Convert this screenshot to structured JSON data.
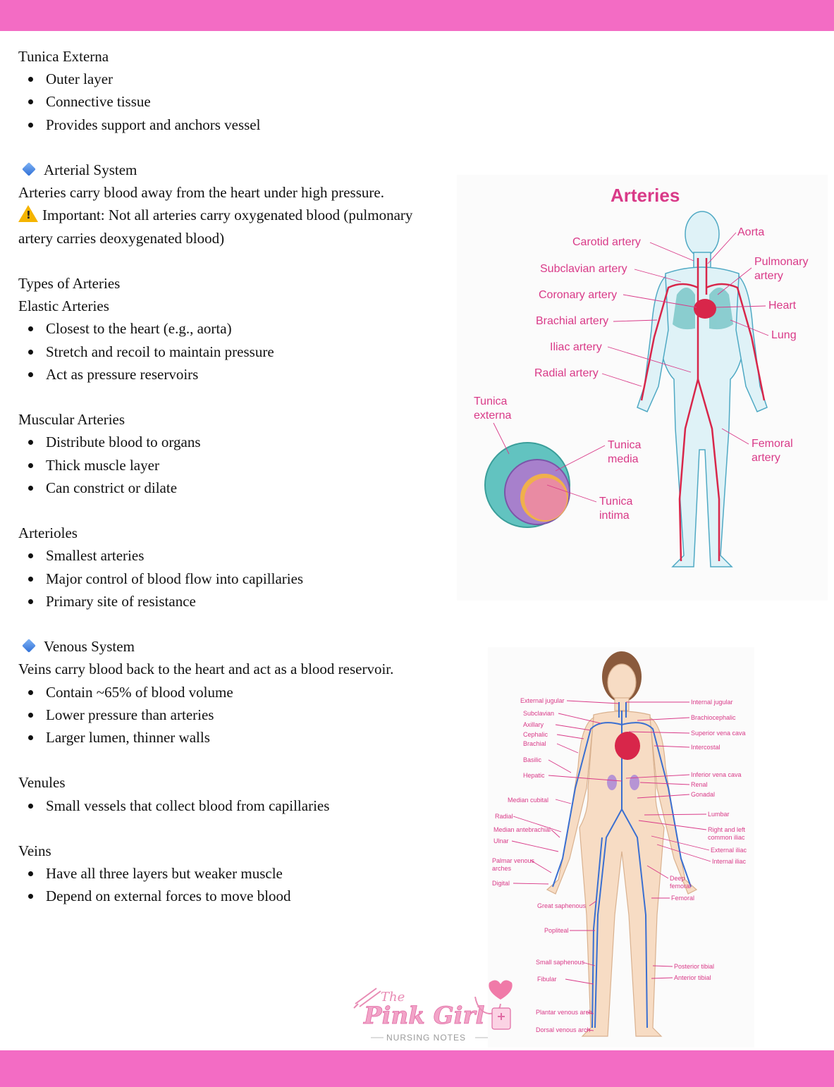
{
  "sections": {
    "tunica_externa": {
      "title": "Tunica Externa",
      "bullets": [
        "Outer layer",
        "Connective tissue",
        "Provides support and anchors vessel"
      ]
    },
    "arterial_system": {
      "heading": "Arterial System",
      "intro": "Arteries carry blood away from the heart under high pressure.",
      "important_1": "Important: Not all arteries carry oxygenated blood (pulmonary",
      "important_2": "artery carries deoxygenated blood)"
    },
    "types_heading": "Types of Arteries",
    "elastic": {
      "title": "Elastic Arteries",
      "bullets": [
        "Closest to the heart (e.g., aorta)",
        "Stretch and recoil to maintain pressure",
        "Act as pressure reservoirs"
      ]
    },
    "muscular": {
      "title": "Muscular Arteries",
      "bullets": [
        "Distribute blood to organs",
        "Thick muscle layer",
        "Can constrict or dilate"
      ]
    },
    "arterioles": {
      "title": "Arterioles",
      "bullets": [
        "Smallest arteries",
        "Major control of blood flow into capillaries",
        "Primary site of resistance"
      ]
    },
    "venous_system": {
      "heading": "Venous System",
      "intro": "Veins carry blood back to the heart and act as a blood reservoir.",
      "bullets": [
        "Contain ~65% of blood volume",
        "Lower pressure than arteries",
        "Larger lumen, thinner walls"
      ]
    },
    "venules": {
      "title": "Venules",
      "bullets": [
        "Small vessels that collect blood from capillaries"
      ]
    },
    "veins": {
      "title": "Veins",
      "bullets": [
        "Have all three layers but weaker muscle",
        "Depend on external forces to move blood"
      ]
    }
  },
  "arteries_figure": {
    "title": "Arteries",
    "left_labels": [
      "Carotid artery",
      "Subclavian artery",
      "Coronary artery",
      "Brachial artery",
      "Iliac artery",
      "Radial artery"
    ],
    "right_labels": {
      "aorta": "Aorta",
      "pulmonary_1": "Pulmonary",
      "pulmonary_2": "artery",
      "heart": "Heart",
      "lung": "Lung",
      "femoral_1": "Femoral",
      "femoral_2": "artery"
    },
    "layer_labels": {
      "externa_1": "Tunica",
      "externa_2": "externa",
      "media_1": "Tunica",
      "media_2": "media",
      "intima_1": "Tunica",
      "intima_2": "intima"
    }
  },
  "veins_figure": {
    "left_labels": {
      "external_jugular": "External jugular",
      "subclavian": "Subclavian",
      "axillary": "Axillary",
      "cephalic": "Cephalic",
      "brachial": "Brachial",
      "basilic": "Basilic",
      "hepatic": "Hepatic",
      "median_cubital": "Median cubital",
      "radial": "Radial",
      "median_antebrachial": "Median antebrachial",
      "ulnar": "Ulnar",
      "palmar_1": "Palmar venous",
      "palmar_2": "arches",
      "digital": "Digital",
      "great_saphenous": "Great saphenous",
      "popliteal": "Popliteal",
      "small_saphenous": "Small saphenous",
      "fibular": "Fibular",
      "plantar": "Plantar venous arch",
      "dorsal": "Dorsal venous arch"
    },
    "right_labels": {
      "internal_jugular": "Internal jugular",
      "brachiocephalic": "Brachiocephalic",
      "superior_vena_cava": "Superior vena cava",
      "intercostal": "Intercostal",
      "inferior_vena_cava": "Inferior vena cava",
      "renal": "Renal",
      "gonadal": "Gonadal",
      "lumbar": "Lumbar",
      "common_iliac_1": "Right and left",
      "common_iliac_2": "common iliac",
      "external_iliac": "External iliac",
      "internal_iliac": "Internal iliac",
      "deep_femoral_1": "Deep",
      "deep_femoral_2": "femoral",
      "femoral": "Femoral",
      "posterior_tibial": "Posterior tibial",
      "anterior_tibial": "Anterior tibial"
    }
  },
  "logo": {
    "the": "The",
    "name": "Pink Girl",
    "sub": "NURSING NOTES"
  },
  "colors": {
    "band": "#f36cc4",
    "label_pink": "#d93a88",
    "vein_blue": "#3a6fd1",
    "artery_red": "#d8264a"
  }
}
